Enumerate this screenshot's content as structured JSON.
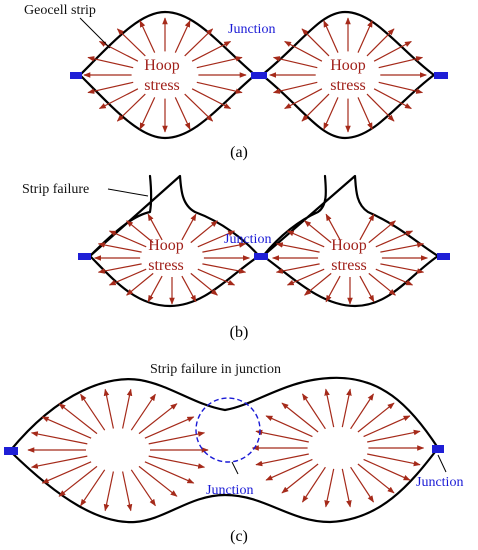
{
  "colors": {
    "outline": "#000000",
    "arrow": "#a52a1a",
    "junction": "#1f1fd6",
    "label_blue": "#1a1ad6",
    "label_red": "#a0201a"
  },
  "panel_a": {
    "label": "(a)",
    "geocell_strip": "Geocell strip",
    "junction": "Junction",
    "cell_left": {
      "line1": "Hoop",
      "line2": "stress"
    },
    "cell_right": {
      "line1": "Hoop",
      "line2": "stress"
    }
  },
  "panel_b": {
    "label": "(b)",
    "strip_failure": "Strip failure",
    "junction": "Junction",
    "cell_left": {
      "line1": "Hoop",
      "line2": "stress"
    },
    "cell_right": {
      "line1": "Hoop",
      "line2": "stress"
    }
  },
  "panel_c": {
    "label": "(c)",
    "strip_failure_junction": "Strip failure in junction",
    "junction_bottom": "Junction",
    "junction_right": "Junction"
  }
}
